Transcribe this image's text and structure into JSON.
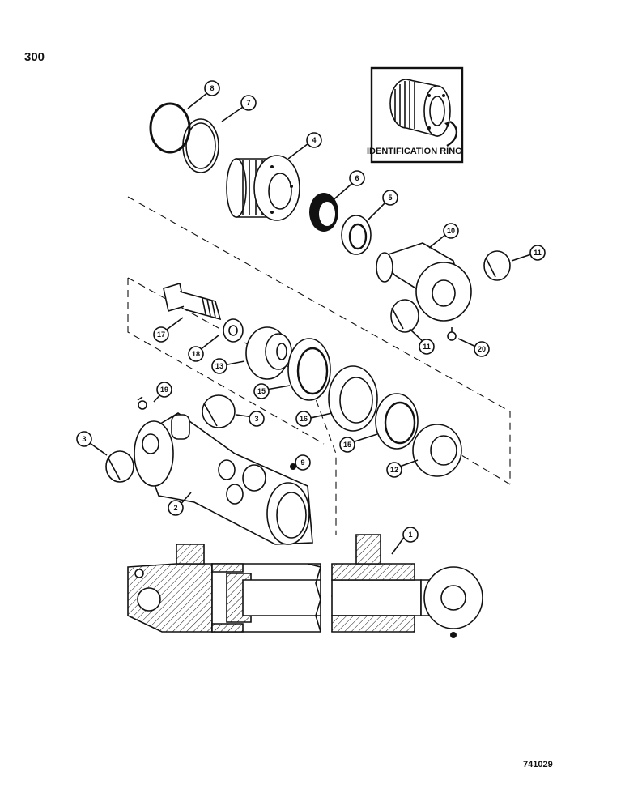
{
  "page_number": "300",
  "drawing_code": "741029",
  "inset": {
    "label": "IDENTIFICATION RING"
  },
  "callouts": [
    {
      "n": "1"
    },
    {
      "n": "2"
    },
    {
      "n": "3"
    },
    {
      "n": "3"
    },
    {
      "n": "4"
    },
    {
      "n": "5"
    },
    {
      "n": "6"
    },
    {
      "n": "7"
    },
    {
      "n": "8"
    },
    {
      "n": "9"
    },
    {
      "n": "10"
    },
    {
      "n": "11"
    },
    {
      "n": "11"
    },
    {
      "n": "12"
    },
    {
      "n": "13"
    },
    {
      "n": "15"
    },
    {
      "n": "15"
    },
    {
      "n": "16"
    },
    {
      "n": "17"
    },
    {
      "n": "18"
    },
    {
      "n": "19"
    },
    {
      "n": "20"
    }
  ]
}
